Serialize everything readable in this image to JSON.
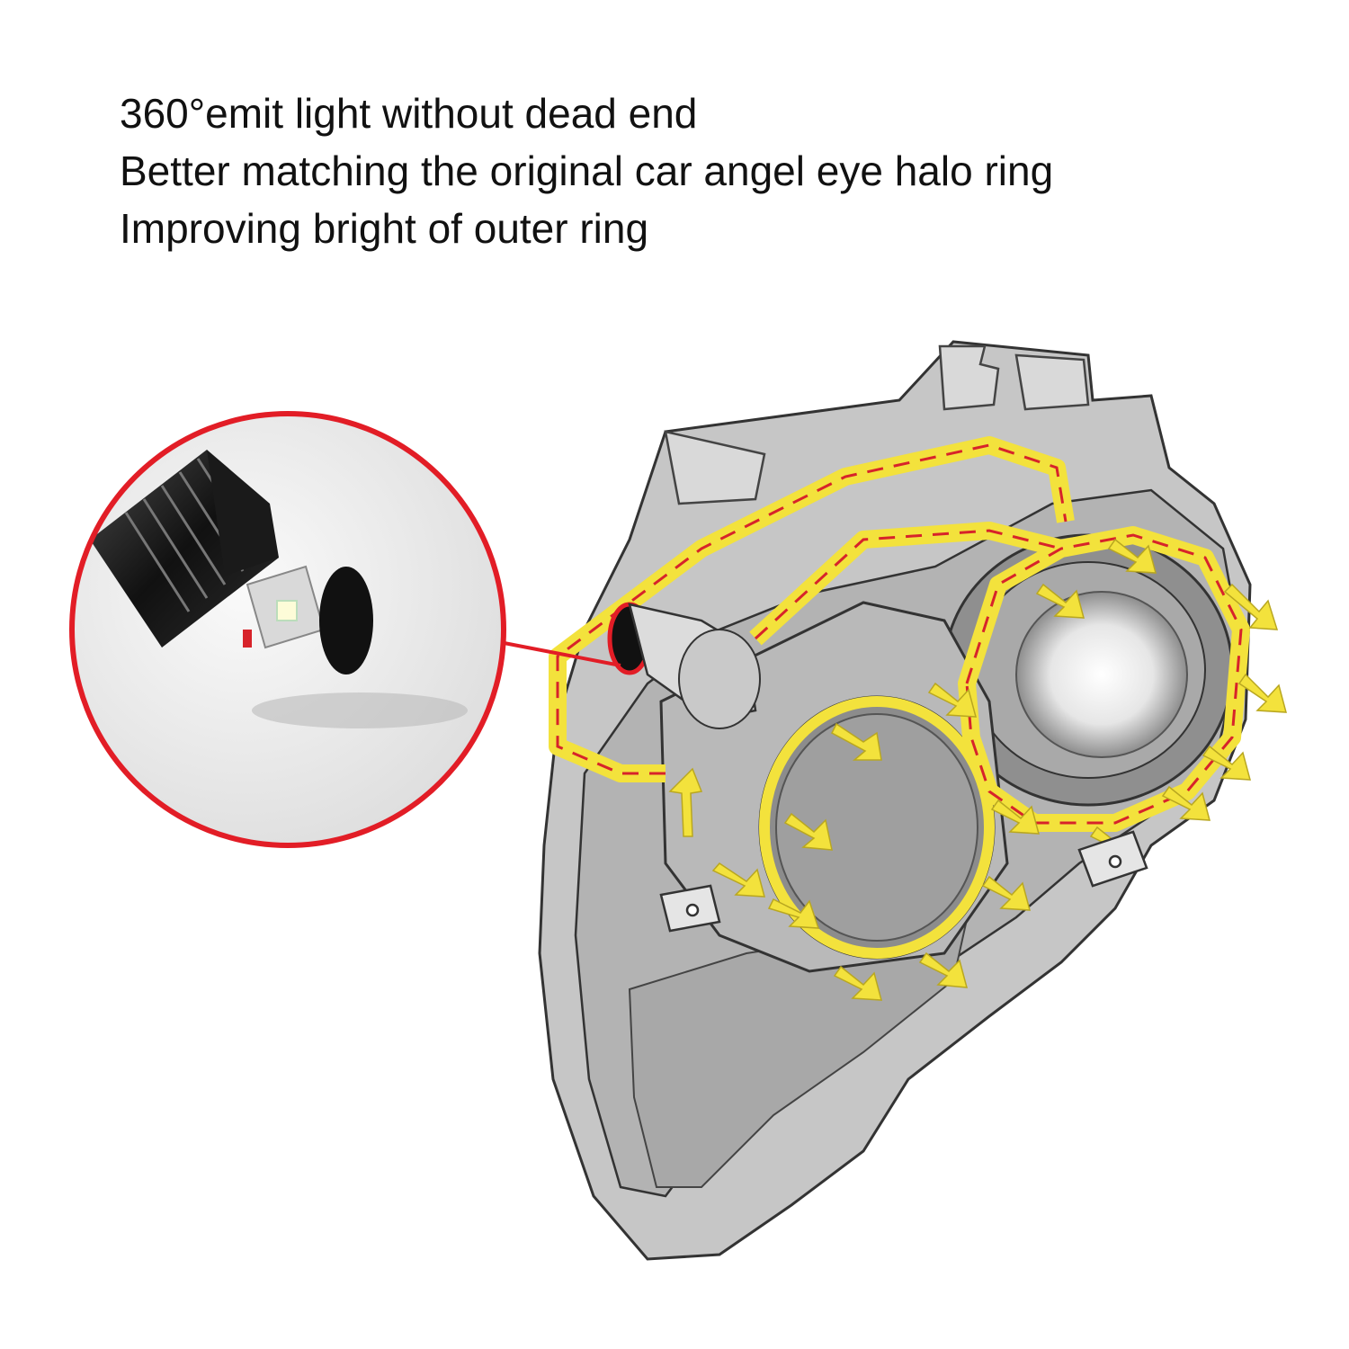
{
  "caption": {
    "lines": [
      "360°emit light without dead end",
      "Better matching the original car angel eye halo ring",
      "Improving bright of outer ring"
    ]
  },
  "colors": {
    "halo_yellow": "#f3e23c",
    "flow_arrow_red": "#d7232a",
    "callout_red": "#e21d26",
    "housing_gray": "#bdbdbd",
    "lens_gray": "#9a9a9a",
    "outline": "#333333"
  }
}
